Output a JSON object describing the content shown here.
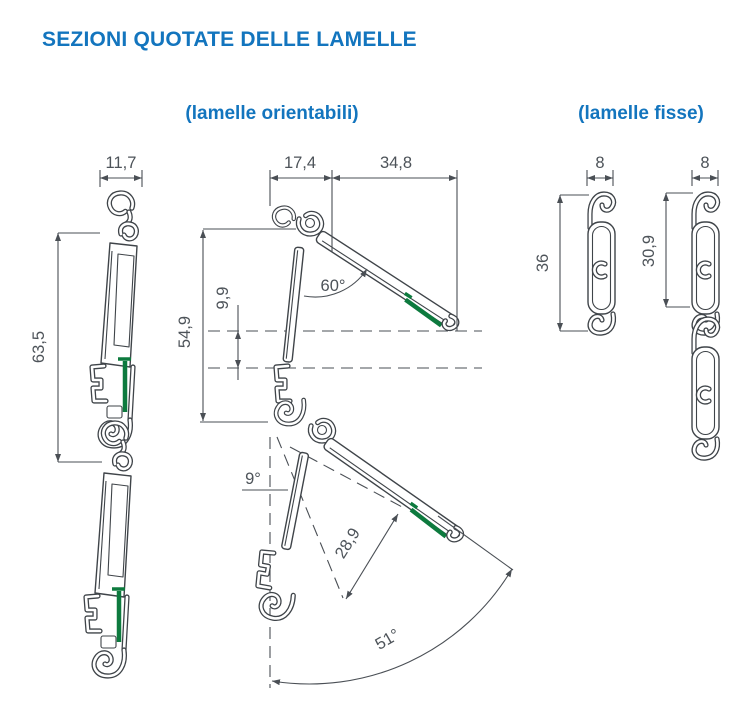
{
  "page": {
    "title": "SEZIONI QUOTATE DELLE LAMELLE",
    "subtitle_left": "(lamelle orientabili)",
    "subtitle_right": "(lamelle fisse)"
  },
  "colors": {
    "accent_blue": "#1375BE",
    "line": "#3F4449",
    "dim_line": "#4A4F55",
    "dim_text": "#4D5359",
    "gasket_green": "#0D7A3E"
  },
  "dimensions": {
    "closed": {
      "width": "11,7",
      "pitch": "63,5"
    },
    "open": {
      "hinge_offset": "17,4",
      "slat_projection": "34,8",
      "vertical_pitch": "54,9",
      "overlap_drop": "9,9",
      "open_angle": "60°",
      "tilt_angle": "9°",
      "travel": "28,9",
      "swing_angle": "51°"
    },
    "fixed": [
      {
        "width": "8",
        "height": "36"
      },
      {
        "width": "8",
        "height": "30,9"
      }
    ]
  }
}
